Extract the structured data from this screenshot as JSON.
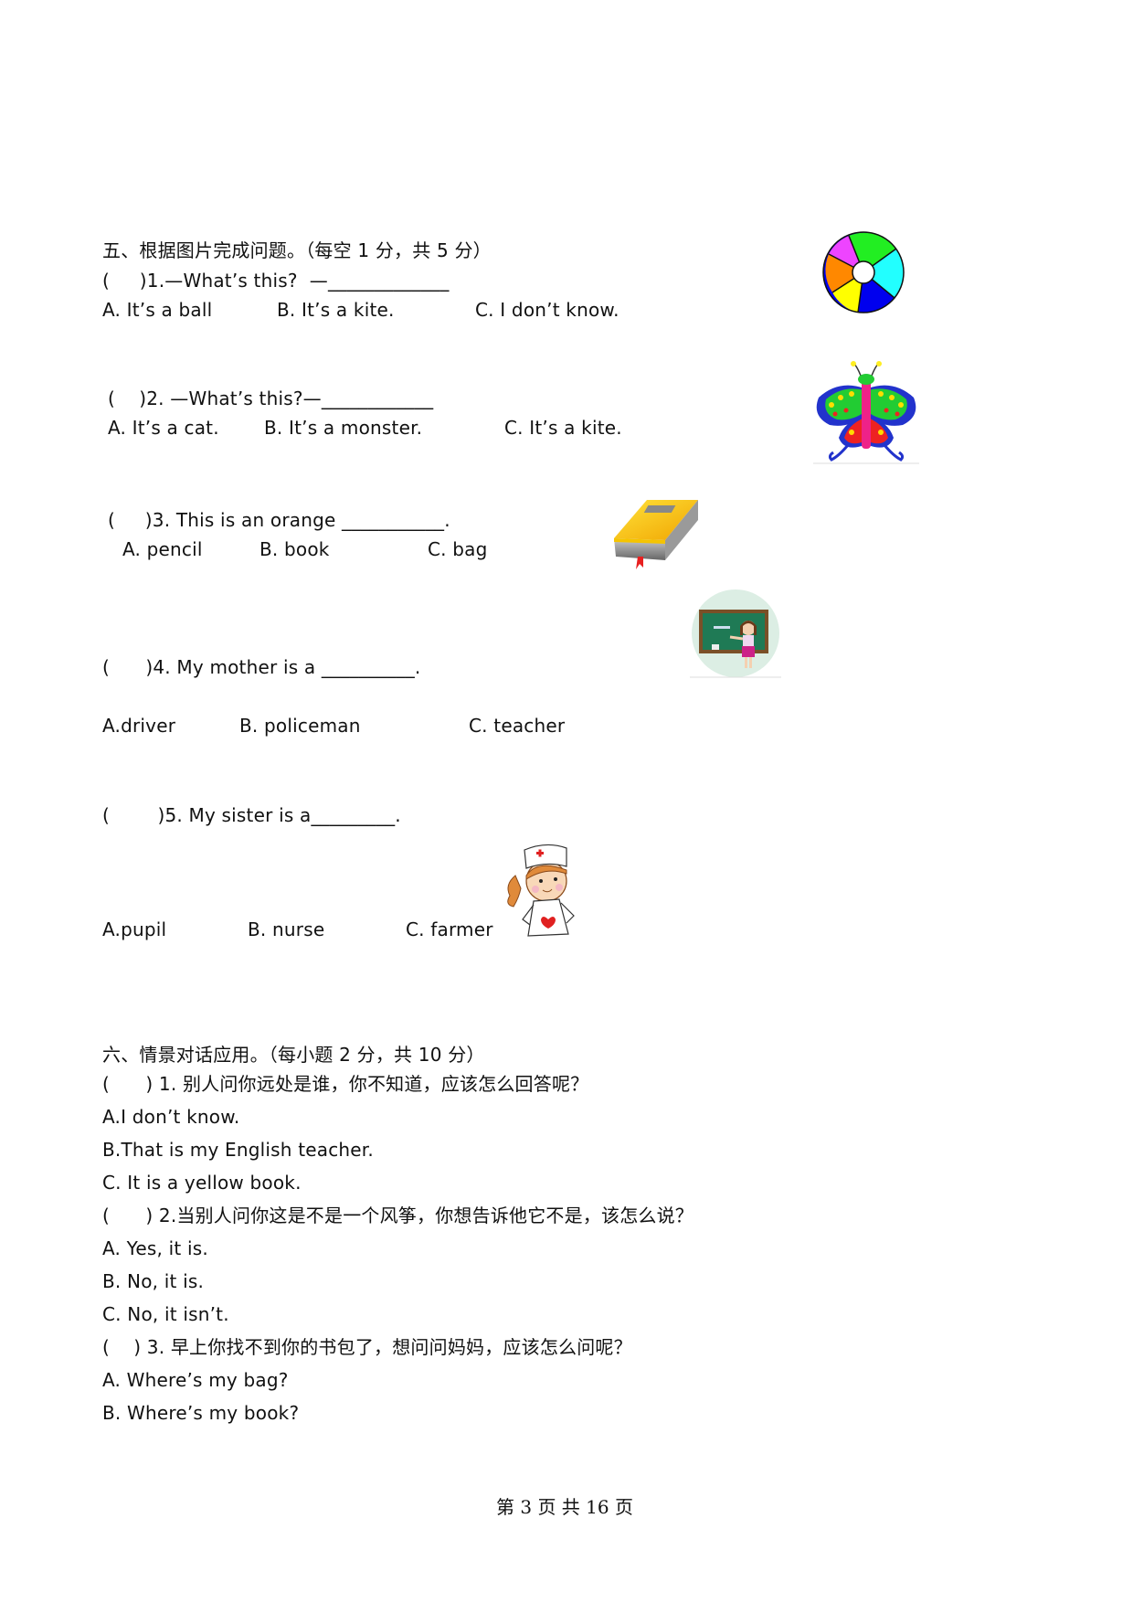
{
  "section5": {
    "heading": "五、根据图片完成问题。（每空 1 分，共 5 分）",
    "questions": [
      {
        "stem": "(     )1.—What’s this?  —_____________",
        "options": [
          "A. It’s a ball",
          "B. It’s a kite.",
          "C. I don’t know."
        ],
        "picture": "beach-ball"
      },
      {
        "stem": "(    )2. —What’s this?—____________",
        "options": [
          "A. It’s a cat.",
          "B. It’s a monster.",
          "C. It’s a kite."
        ],
        "picture": "butterfly-kite"
      },
      {
        "stem": "(     )3. This is an orange ___________.",
        "options": [
          "A. pencil",
          "B. book",
          "C. bag"
        ],
        "picture": "yellow-book"
      },
      {
        "stem": "(      )4. My mother is a __________.",
        "options": [
          "A.driver",
          "B. policeman",
          "C. teacher"
        ],
        "picture": "teacher-at-blackboard"
      },
      {
        "stem": "(        )5. My sister is a_________.",
        "options": [
          "A.pupil",
          "B. nurse",
          "C. farmer"
        ],
        "picture": "nurse-girl"
      }
    ]
  },
  "section6": {
    "heading": "六、情景对话应用。（每小题 2 分，共 10 分）",
    "questions": [
      {
        "stem": "(      ) 1. 别人问你远处是谁，你不知道，应该怎么回答呢？",
        "options": [
          "A.I don’t know.",
          "B.That is my English teacher.",
          "C. It is a yellow book."
        ]
      },
      {
        "stem": "(      ) 2.当别人问你这是不是一个风筝，你想告诉他它不是，该怎么说？",
        "options": [
          "A. Yes, it is.",
          "B. No, it is.",
          "C. No, it isn’t."
        ]
      },
      {
        "stem": "(    ) 3. 早上你找不到你的书包了，想问问妈妈，应该怎么问呢？",
        "options": [
          "A. Where’s my bag?",
          "B. Where’s my book?"
        ]
      }
    ]
  },
  "footer": {
    "page_label": "第 3 页 共 16 页"
  }
}
